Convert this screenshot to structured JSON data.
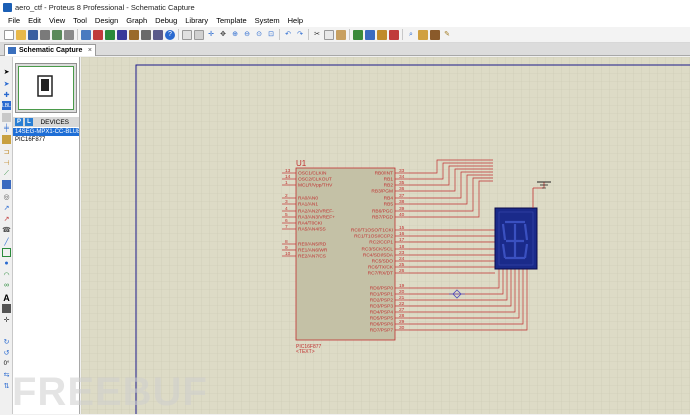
{
  "window": {
    "title": "aero_ctf - Proteus 8 Professional - Schematic Capture"
  },
  "menu": [
    "File",
    "Edit",
    "View",
    "Tool",
    "Design",
    "Graph",
    "Debug",
    "Library",
    "Template",
    "System",
    "Help"
  ],
  "tab": {
    "label": "Schematic Capture",
    "close": "×"
  },
  "panel": {
    "p_button": "P",
    "l_button": "L",
    "devices_label": "DEVICES",
    "devices": [
      "14SEG-MPX1-CC-BLUE",
      "PIC16F877"
    ]
  },
  "left_tools": {
    "rotation": "0°"
  },
  "schematic": {
    "part_ref": "U1",
    "part_value": "PIC16F877",
    "part_text": "<TEXT>",
    "left_pins": [
      {
        "num": "13",
        "name": "OSC1/CLKIN"
      },
      {
        "num": "14",
        "name": "OSC2/CLKOUT"
      },
      {
        "num": "1",
        "name": "MCLR/Vpp/THV"
      },
      {
        "num": "2",
        "name": "RA0/AN0"
      },
      {
        "num": "3",
        "name": "RA1/AN1"
      },
      {
        "num": "4",
        "name": "RA2/AN2/VREF-"
      },
      {
        "num": "5",
        "name": "RA3/AN3/VREF+"
      },
      {
        "num": "6",
        "name": "RA4/T0CKI"
      },
      {
        "num": "7",
        "name": "RA5/AN4/SS"
      },
      {
        "num": "8",
        "name": "RE0/AN5/RD"
      },
      {
        "num": "9",
        "name": "RE1/AN6/WR"
      },
      {
        "num": "10",
        "name": "RE2/AN7/CS"
      }
    ],
    "right_pins": [
      {
        "num": "33",
        "name": "RB0/INT"
      },
      {
        "num": "34",
        "name": "RB1"
      },
      {
        "num": "35",
        "name": "RB2"
      },
      {
        "num": "36",
        "name": "RB3/PGM"
      },
      {
        "num": "37",
        "name": "RB4"
      },
      {
        "num": "38",
        "name": "RB5"
      },
      {
        "num": "39",
        "name": "RB6/PGC"
      },
      {
        "num": "40",
        "name": "RB7/PGD"
      },
      {
        "num": "15",
        "name": "RC0/T1OSO/T1CKI"
      },
      {
        "num": "16",
        "name": "RC1/T1OSI/CCP2"
      },
      {
        "num": "17",
        "name": "RC2/CCP1"
      },
      {
        "num": "18",
        "name": "RC3/SCK/SCL"
      },
      {
        "num": "23",
        "name": "RC4/SDI/SDA"
      },
      {
        "num": "24",
        "name": "RC5/SDO"
      },
      {
        "num": "25",
        "name": "RC6/TX/CK"
      },
      {
        "num": "26",
        "name": "RC7/RX/DT"
      },
      {
        "num": "19",
        "name": "RD0/PSP0"
      },
      {
        "num": "20",
        "name": "RD1/PSP1"
      },
      {
        "num": "21",
        "name": "RD2/PSP2"
      },
      {
        "num": "22",
        "name": "RD3/PSP3"
      },
      {
        "num": "27",
        "name": "RD4/PSP4"
      },
      {
        "num": "28",
        "name": "RD5/PSP5"
      },
      {
        "num": "29",
        "name": "RD6/PSP6"
      },
      {
        "num": "30",
        "name": "RD7/PSP7"
      }
    ]
  },
  "watermark": "FREEBUF",
  "colors": {
    "wire": "#c03030",
    "part_fill": "#c4c1a6",
    "display": "#1a2a8a",
    "grid": "#c9c7b2"
  }
}
